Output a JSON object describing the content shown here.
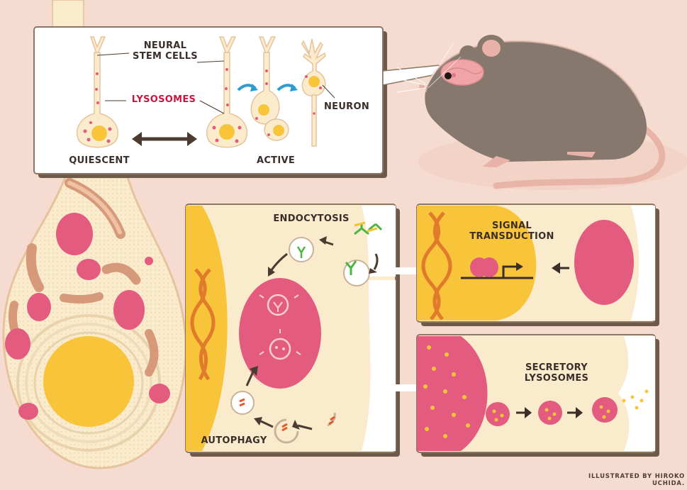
{
  "top_panel": {
    "neural_stem_cells_label_line1": "NEURAL",
    "neural_stem_cells_label_line2": "STEM CELLS",
    "lysosomes_label": "LYSOSOMES",
    "neuron_label": "NEURON",
    "quiescent_label": "QUIESCENT",
    "active_label": "ACTIVE"
  },
  "middle_panel": {
    "endocytosis_label": "ENDOCYTOSIS",
    "autophagy_label": "AUTOPHAGY"
  },
  "right_top_panel": {
    "signal_label_line1": "SIGNAL",
    "signal_label_line2": "TRANSDUCTION"
  },
  "right_bottom_panel": {
    "secretory_label_line1": "SECRETORY",
    "secretory_label_line2": "LYSOSOMES"
  },
  "credit": "ILLUSTRATED BY HIROKO UCHIDA.",
  "colors": {
    "background": "#f6dcd0",
    "cytoplasm": "#fbebcd",
    "lysosome": "#e35b7e",
    "nucleus": "#f7c43a",
    "panel_border": "#6e5a48",
    "mouse_fur": "#86786c"
  }
}
